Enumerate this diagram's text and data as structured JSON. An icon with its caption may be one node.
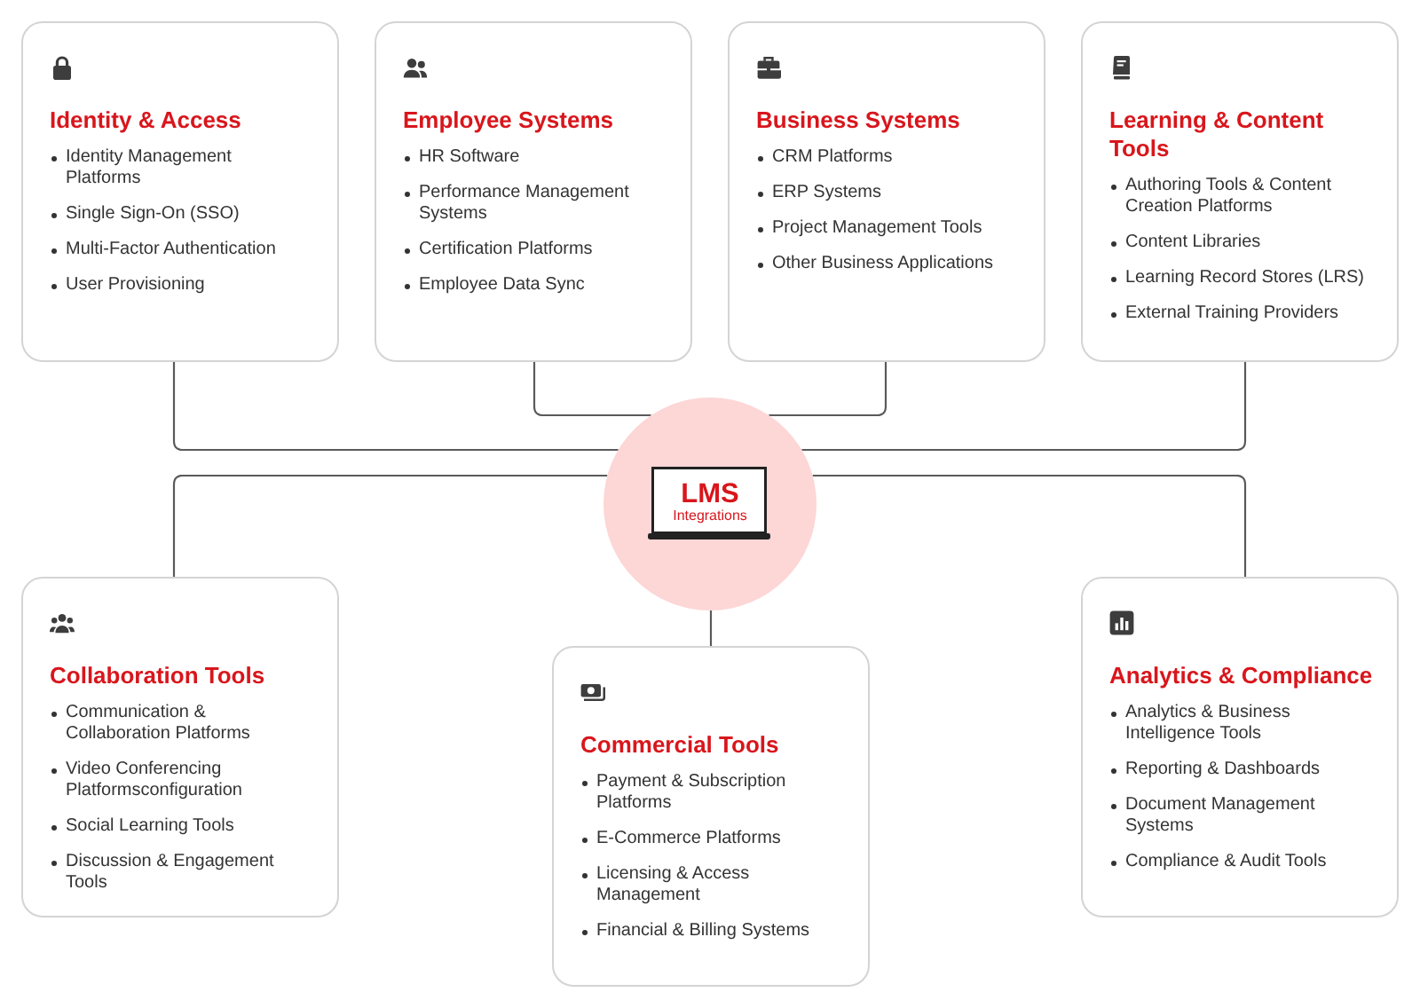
{
  "diagram": {
    "nodes": [
      {
        "text": [
          "Identity & Access",
          "Identity Management Platforms",
          "Single Sign-On (SSO)",
          "Multi-Factor Authentication",
          "User Provisioning"
        ]
      },
      {
        "text": [
          "Employee Systems",
          "HR Software",
          "Performance Management Systems",
          "Certification Platforms",
          "Employee Data Sync"
        ]
      },
      {
        "text": [
          "Business Systems",
          "CRM Platforms",
          "ERP Systems",
          "Project Management Tools",
          "Other Business Applications"
        ]
      },
      {
        "text": [
          "Learning & Content Tools",
          "Authoring Tools & Content Creation Platforms",
          "Content Libraries",
          "Learning Record Stores (LRS)",
          "External Training Providers"
        ]
      },
      {
        "text": [
          "LMS",
          "Integrations"
        ]
      },
      {
        "text": [
          "Collaboration Tools",
          "Communication & Collaboration Platforms",
          "Video Conferencing Platformsconfiguration",
          "Social Learning Tools",
          "Discussion & Engagement Tools"
        ]
      },
      {
        "text": [
          "Commercial Tools",
          "Payment & Subscription Platforms",
          "E-Commerce Platforms",
          "Licensing & Access Management",
          "Financial & Billing Systems"
        ]
      },
      {
        "text": [
          "Analytics & Compliance",
          "Analytics & Business Intelligence Tools",
          "Reporting & Dashboards",
          "Document Management Systems",
          "Compliance & Audit Tools"
        ]
      }
    ],
    "edges": [
      {
        "from": 0,
        "to": 4,
        "arrow": "none"
      },
      {
        "from": 1,
        "to": 4,
        "arrow": "none"
      },
      {
        "from": 2,
        "to": 4,
        "arrow": "none"
      },
      {
        "from": 3,
        "to": 4,
        "arrow": "none"
      },
      {
        "from": 5,
        "to": 4,
        "arrow": "none"
      },
      {
        "from": 6,
        "to": 4,
        "arrow": "none"
      },
      {
        "from": 7,
        "to": 4,
        "arrow": "none"
      }
    ]
  }
}
